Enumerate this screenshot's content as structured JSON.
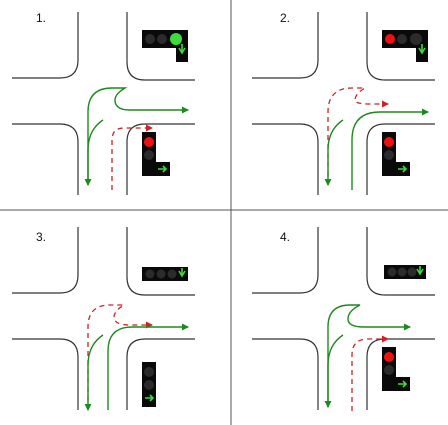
{
  "panels": [
    {
      "label": "1.",
      "top_signal": {
        "lamps": [
          "off",
          "off",
          "green"
        ],
        "arrow": "down"
      },
      "right_signal": {
        "lamps": [
          "red",
          "off"
        ],
        "arrow": "green"
      },
      "paths": {
        "u_turn": "green",
        "straight_down": "green",
        "right_from_bottom": "red-dashed"
      }
    },
    {
      "label": "2.",
      "top_signal": {
        "lamps": [
          "red",
          "off",
          "off"
        ],
        "arrow": "down"
      },
      "right_signal": {
        "lamps": [
          "red",
          "off"
        ],
        "arrow": "green"
      },
      "paths": {
        "u_turn": "red-dashed",
        "straight_down": "green",
        "right_from_bottom": "green"
      }
    },
    {
      "label": "3.",
      "top_signal": {
        "lamps": [
          "off",
          "off",
          "off"
        ],
        "arrow": "down"
      },
      "right_signal": {
        "lamps": [
          "off",
          "off"
        ],
        "arrow": "green"
      },
      "paths": {
        "u_turn": "red-dashed",
        "straight_down": "green",
        "right_from_bottom": "green"
      }
    },
    {
      "label": "4.",
      "top_signal": {
        "lamps": [
          "off",
          "off",
          "off"
        ],
        "arrow": "down"
      },
      "right_signal": {
        "lamps": [
          "red",
          "off"
        ],
        "arrow": "green"
      },
      "paths": {
        "u_turn": "green",
        "straight_down": "green",
        "right_from_bottom": "red-dashed"
      }
    }
  ],
  "colors": {
    "go": "#1d8a1d",
    "stop": "#cc2222",
    "lamp_off": "#2b2b2b",
    "lamp_green": "#3cdc3c",
    "lamp_red": "#ee1111",
    "signal_body": "#0a0a0a",
    "road_edge": "#333333",
    "divider": "#555555"
  }
}
